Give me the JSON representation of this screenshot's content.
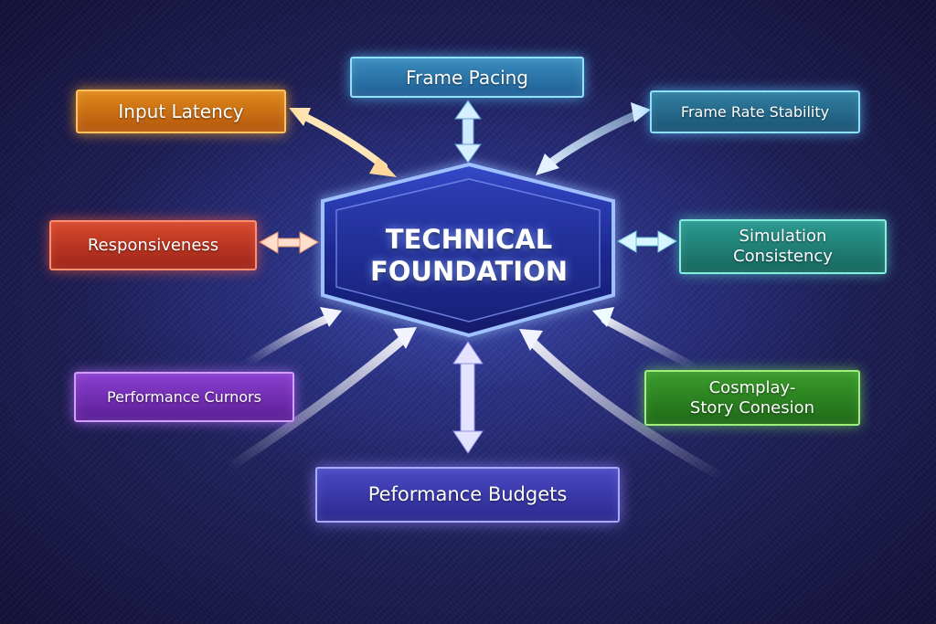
{
  "center": {
    "line1": "TECHNICAL",
    "line2": "FOUNDATION",
    "color": "#1f2fa0"
  },
  "nodes": {
    "frame_pacing": {
      "label": "Frame Pacing",
      "color": "#2f78b0"
    },
    "input_latency": {
      "label": "Input Latency",
      "color": "#d77a16"
    },
    "frame_rate_stability": {
      "label": "Frame Rate Stability",
      "color": "#276d92"
    },
    "responsiveness": {
      "label": "Responsiveness",
      "color": "#c13b24"
    },
    "simulation_consistency": {
      "line1": "Simulation",
      "line2": "Consistency",
      "color": "#23867d"
    },
    "performance_curnors": {
      "label": "Performance Curnors",
      "color": "#7330b5"
    },
    "cosmplay_story": {
      "line1": "Cosmplay-",
      "line2": "Story Conesion",
      "color": "#2f8a25"
    },
    "peformance_budgets": {
      "label": "Peformance Budgets",
      "color": "#3b3aae"
    }
  }
}
